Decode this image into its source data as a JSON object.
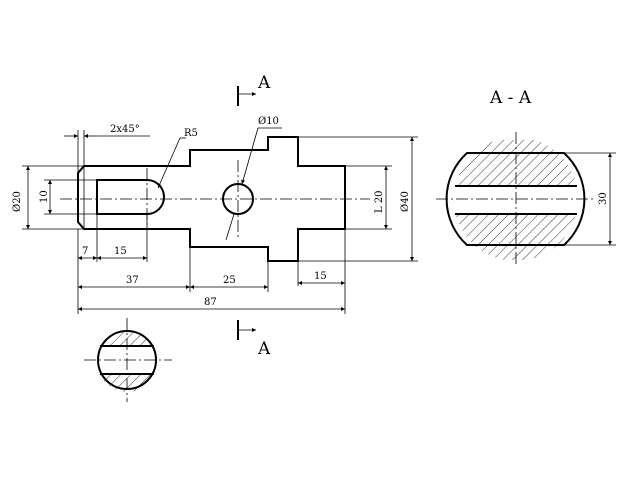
{
  "labels": {
    "section_mark_top": "A",
    "section_mark_bottom": "A",
    "section_title": "A - A",
    "chamfer": "2x45°",
    "radius": "R5",
    "hole_dia": "Ø10",
    "dim_d20": "Ø20",
    "dim_10": "10",
    "dim_7": "7",
    "dim_15_slot": "15",
    "dim_37": "37",
    "dim_25": "25",
    "dim_15_end": "15",
    "dim_87": "87",
    "dim_l20": "L 20",
    "dim_d40": "Ø40",
    "dim_30": "30"
  }
}
